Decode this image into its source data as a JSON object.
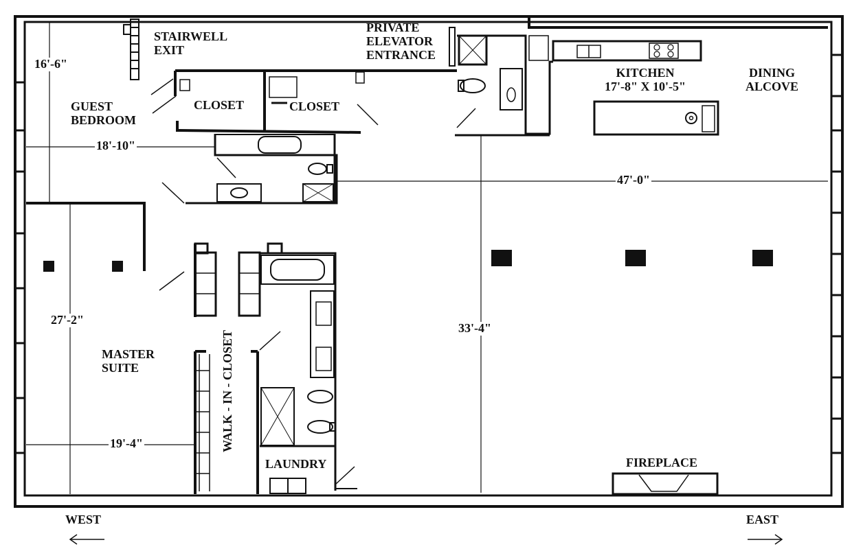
{
  "rooms": {
    "stairwell_exit": [
      "STAIRWELL",
      "EXIT"
    ],
    "private_elevator_entrance": [
      "PRIVATE",
      "ELEVATOR",
      "ENTRANCE"
    ],
    "kitchen": [
      "KITCHEN",
      "17'-8\" X 10'-5\""
    ],
    "dining_alcove": [
      "DINING",
      "ALCOVE"
    ],
    "guest_bedroom": [
      "GUEST",
      "BEDROOM"
    ],
    "closet_1": "CLOSET",
    "closet_2": "CLOSET",
    "master_suite": [
      "MASTER",
      "SUITE"
    ],
    "walk_in_closet": "WALK - IN - CLOSET",
    "laundry": "LAUNDRY",
    "fireplace": "FIREPLACE"
  },
  "dimensions": {
    "guest_depth": "16'-6\"",
    "guest_width": "18'-10\"",
    "main_width": "47'-0\"",
    "master_depth": "27'-2\"",
    "main_depth": "33'-4\"",
    "master_width": "19'-4\""
  },
  "compass": {
    "west": "WEST",
    "east": "EAST"
  },
  "colors": {
    "wall": "#111111",
    "background": "#ffffff"
  }
}
